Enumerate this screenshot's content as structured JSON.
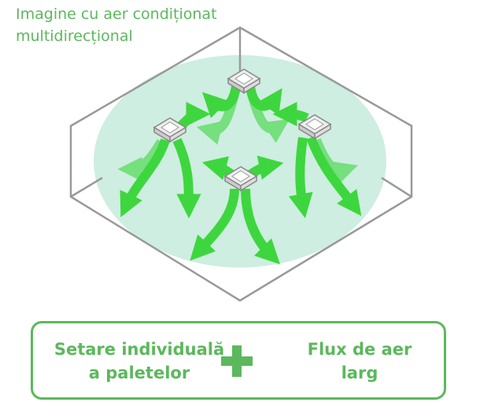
{
  "title": {
    "line1": "Imagine cu aer condiționat",
    "line2": "multidirecțional"
  },
  "features": {
    "left": {
      "line1": "Setare individuală",
      "line2": "a paletelor"
    },
    "right": {
      "line1": "Flux de aer",
      "line2": "larg"
    },
    "separator_icon": "plus-icon"
  },
  "colors": {
    "accent": "#5cb85c",
    "arrow": "#3ed63e",
    "airflow_area": "#cdeee0",
    "room_outline": "#999999"
  }
}
